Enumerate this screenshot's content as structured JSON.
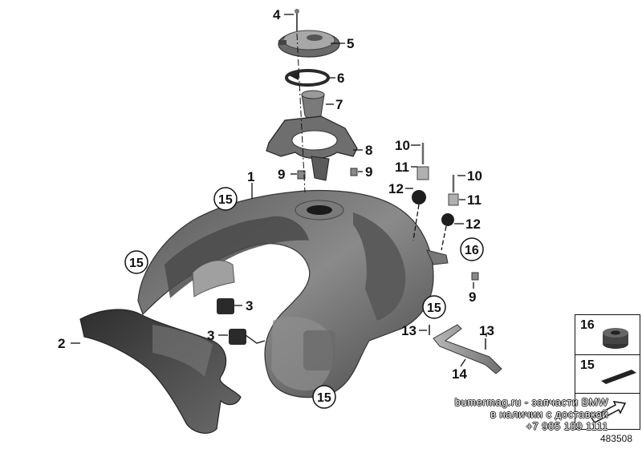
{
  "diagram": {
    "callouts": {
      "c1": "1",
      "c2": "2",
      "c3a": "3",
      "c3b": "3",
      "c4": "4",
      "c5": "5",
      "c6": "6",
      "c7": "7",
      "c8": "8",
      "c9a": "9",
      "c9b": "9",
      "c9c": "9",
      "c10a": "10",
      "c10b": "10",
      "c11a": "11",
      "c11b": "11",
      "c12a": "12",
      "c12b": "12",
      "c13a": "13",
      "c13b": "13",
      "c14": "14"
    },
    "circled": {
      "k1": "15",
      "k2": "15",
      "k3": "15",
      "k4": "15",
      "k5": "16"
    }
  },
  "legend": {
    "item16": "16",
    "item15": "15"
  },
  "watermark": {
    "line1": "bumermag.ru - запчасти BMW",
    "line2": "в наличии с доставкой",
    "line3": "+7 985 189 1111"
  },
  "reference_number": "483508",
  "colors": {
    "part_dark": "#3a3a3a",
    "part_mid": "#6d6d6d",
    "part_light": "#9a9a9a",
    "line": "#111111"
  }
}
